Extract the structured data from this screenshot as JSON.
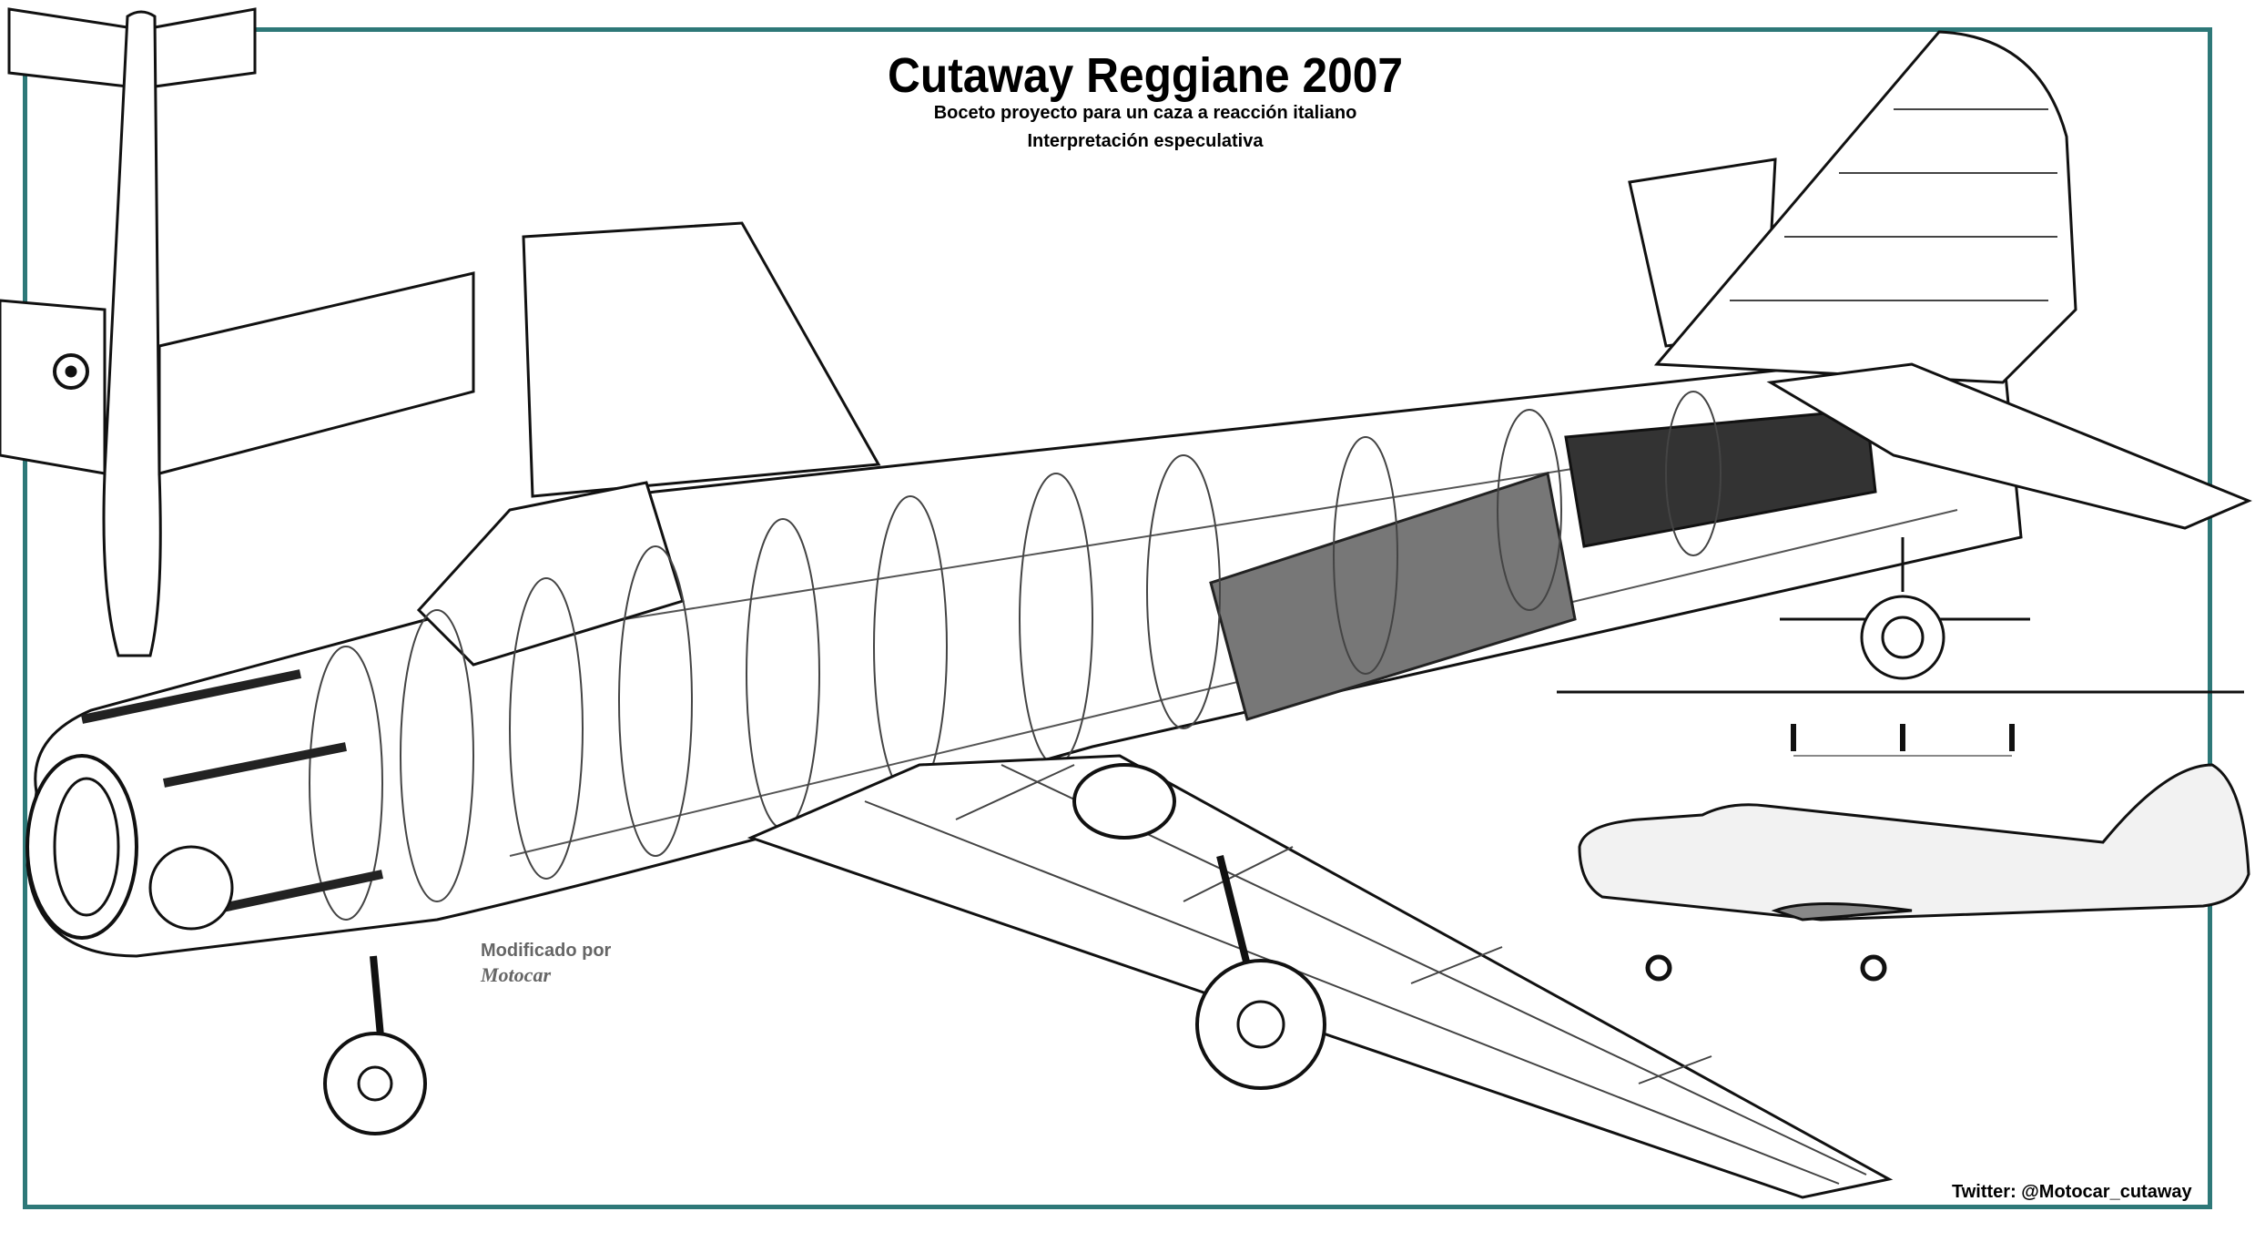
{
  "title": "Cutaway Reggiane 2007",
  "subtitle_1": "Boceto proyecto para un caza a reacción italiano",
  "subtitle_2": "Interpretación especulativa",
  "credit_label": "Modificado por",
  "credit_name": "Motocar",
  "twitter": "Twitter: @Motocar_cutaway",
  "colors": {
    "frame": "#2e7878",
    "line": "#111111",
    "shade": "#444444"
  }
}
